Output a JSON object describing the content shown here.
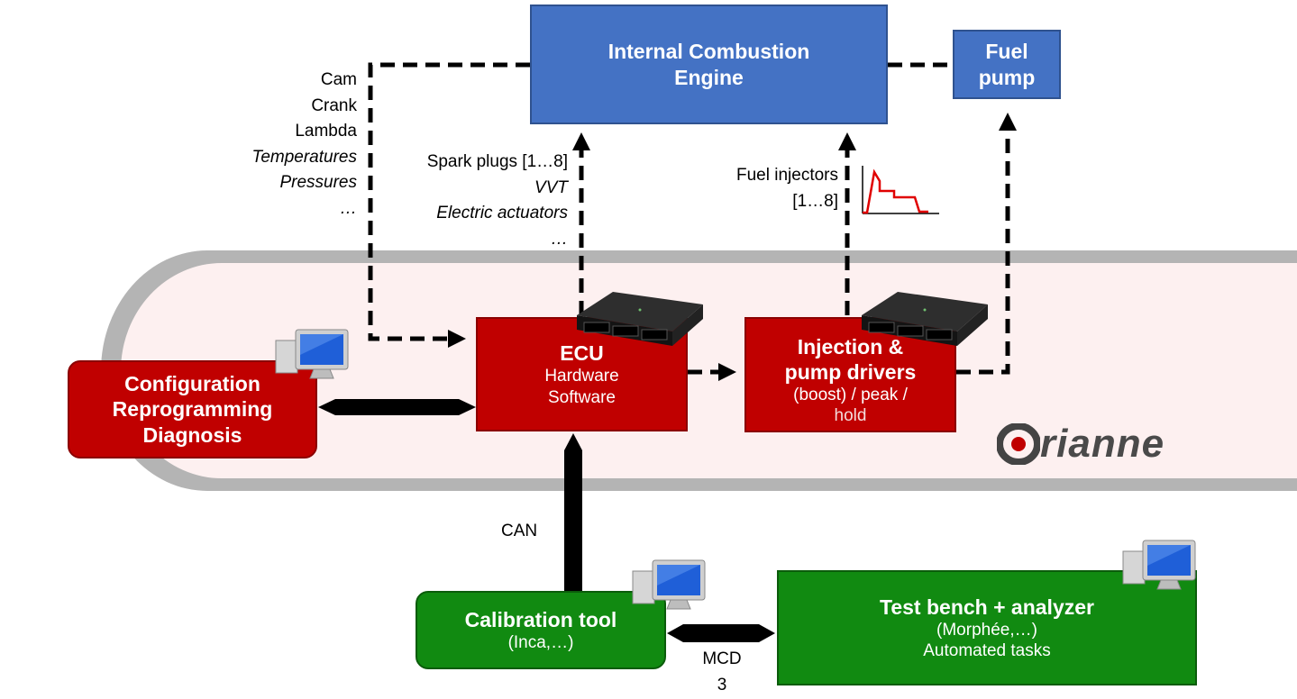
{
  "engine": {
    "title_line1": "Internal Combustion",
    "title_line2": "Engine"
  },
  "fuel_pump": {
    "title_line1": "Fuel",
    "title_line2": "pump"
  },
  "ecu": {
    "title": "ECU",
    "line1": "Hardware",
    "line2": "Software"
  },
  "drivers": {
    "title_line1": "Injection &",
    "title_line2": "pump drivers",
    "line3": "(boost) / peak /",
    "line4": "hold"
  },
  "config": {
    "line1": "Configuration",
    "line2": "Reprogramming",
    "line3": "Diagnosis"
  },
  "calibration": {
    "title": "Calibration tool",
    "subtitle": "(Inca,…)"
  },
  "test_bench": {
    "title": "Test bench + analyzer",
    "line2": "(Morphée,…)",
    "line3": "Automated tasks"
  },
  "sensors": [
    "Cam",
    "Crank",
    "Lambda",
    "Temperatures",
    "Pressures",
    "…"
  ],
  "actuators": [
    "Spark plugs [1…8]",
    "VVT",
    "Electric actuators",
    "…"
  ],
  "injectors": {
    "line1": "Fuel injectors",
    "line2": "[1…8]"
  },
  "links": {
    "can": "CAN",
    "mcd_line1": "MCD",
    "mcd_line2": "3"
  },
  "logo": {
    "text": "rianne"
  },
  "colors": {
    "engine_blue": "#4472c4",
    "ecu_red": "#c00000",
    "tool_green": "#118a11",
    "band_fill": "#fdf0f0",
    "band_border": "#a6a6a6",
    "waveform": "#e00000"
  }
}
